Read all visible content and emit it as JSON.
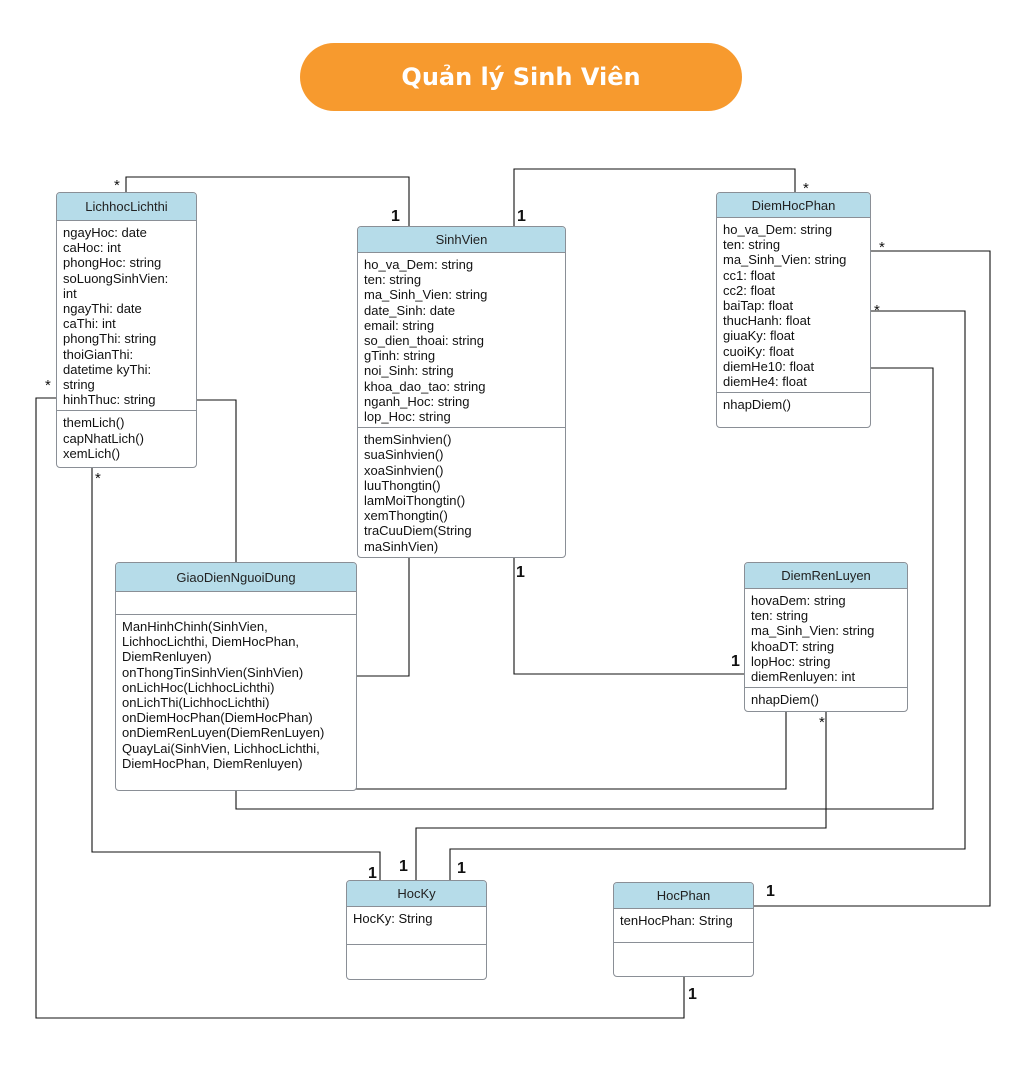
{
  "title": "Quản lý Sinh Viên",
  "classes": {
    "lichhoc": {
      "name": "LichhocLichthi",
      "attributes": [
        "ngayHoc: date",
        "caHoc: int",
        "phongHoc: string",
        "soLuongSinhVien:",
        "int",
        "ngayThi: date",
        "caThi: int",
        "phongThi: string",
        "thoiGianThi:",
        "datetime kyThi:",
        "string",
        "hinhThuc: string"
      ],
      "methods": [
        "themLich()",
        "capNhatLich()",
        "xemLich()"
      ]
    },
    "sinhvien": {
      "name": "SinhVien",
      "attributes": [
        "ho_va_Dem: string",
        "ten: string",
        "ma_Sinh_Vien: string",
        "date_Sinh: date",
        "email: string",
        "so_dien_thoai: string",
        "gTinh: string",
        "noi_Sinh: string",
        "khoa_dao_tao: string",
        "nganh_Hoc: string",
        "lop_Hoc: string"
      ],
      "methods": [
        "themSinhvien()",
        "suaSinhvien()",
        "xoaSinhvien()",
        "luuThongtin()",
        "lamMoiThongtin()",
        "xemThongtin()",
        "traCuuDiem(String",
        "maSinhVien)"
      ]
    },
    "diemhocphan": {
      "name": "DiemHocPhan",
      "attributes": [
        "ho_va_Dem: string",
        "ten: string",
        "ma_Sinh_Vien: string",
        "cc1: float",
        "cc2: float",
        "baiTap: float",
        "thucHanh: float",
        "giuaKy: float",
        "cuoiKy: float",
        "diemHe10: float",
        "diemHe4: float"
      ],
      "methods": [
        "nhapDiem()"
      ]
    },
    "giaodien": {
      "name": "GiaoDienNguoiDung",
      "attributes": [],
      "methods": [
        "ManHinhChinh(SinhVien,",
        "LichhocLichthi, DiemHocPhan,",
        "DiemRenluyen)",
        "onThongTinSinhVien(SinhVien)",
        "onLichHoc(LichhocLichthi)",
        "onLichThi(LichhocLichthi)",
        "onDiemHocPhan(DiemHocPhan)",
        "onDiemRenLuyen(DiemRenLuyen)",
        "QuayLai(SinhVien, LichhocLichthi,",
        "DiemHocPhan, DiemRenluyen)"
      ]
    },
    "diemrenluyen": {
      "name": "DiemRenLuyen",
      "attributes": [
        "hovaDem: string",
        "ten: string",
        "ma_Sinh_Vien: string",
        "khoaDT: string",
        "lopHoc: string",
        "diemRenluyen: int"
      ],
      "methods": [
        "nhapDiem()"
      ]
    },
    "hocky": {
      "name": "HocKy",
      "attributes": [
        "HocKy: String"
      ],
      "methods": []
    },
    "hocphan": {
      "name": "HocPhan",
      "attributes": [
        "tenHocPhan: String"
      ],
      "methods": []
    }
  },
  "multiplicities": {
    "one": "1",
    "many": "*"
  },
  "colors": {
    "title_bg": "#f79a2e",
    "header_bg": "#b6dce9",
    "border": "#8a8f96",
    "line": "#111111"
  }
}
